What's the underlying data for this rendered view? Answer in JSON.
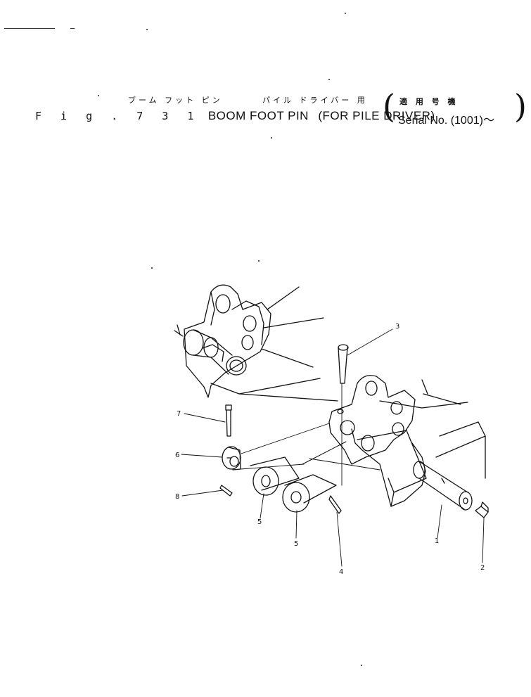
{
  "header": {
    "kana_title": "ブーム フット ピン",
    "kana_subtitle": "パイル ドライバー 用",
    "fig_label": "F i g .  7 3 1",
    "title": "BOOM FOOT PIN",
    "subtitle": "(FOR PILE DRIVER)",
    "serial_kana": "適 用 号 機",
    "serial": "Serial No. (1001)～"
  },
  "callouts": [
    {
      "num": "1",
      "part": "pin"
    },
    {
      "num": "2",
      "part": "grease-fitting"
    },
    {
      "num": "3",
      "part": "bolt"
    },
    {
      "num": "4",
      "part": "cotter-pin"
    },
    {
      "num": "5",
      "part": "washer-front"
    },
    {
      "num": "5",
      "part": "washer-rear"
    },
    {
      "num": "6",
      "part": "collar"
    },
    {
      "num": "7",
      "part": "bolt"
    },
    {
      "num": "8",
      "part": "cotter-pin"
    }
  ]
}
